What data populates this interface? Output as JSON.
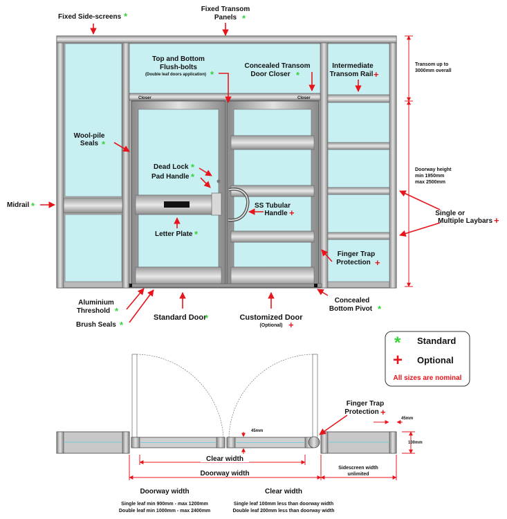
{
  "labels": {
    "fixed_sidescreens": "Fixed Side-screens",
    "fixed_transom_1": "Fixed Transom",
    "fixed_transom_2": "Panels",
    "top_bottom_1": "Top and Bottom",
    "top_bottom_2": "Flush-bolts",
    "top_bottom_3": "(Double leaf doors application)",
    "concealed_closer_1": "Concealed Transom",
    "concealed_closer_2": "Door Closer",
    "intermediate_1": "Intermediate",
    "intermediate_2": "Transom Rail",
    "transom_up_1": "Transom up to",
    "transom_up_2": "3000mm overall",
    "woolpile_1": "Wool-pile",
    "woolpile_2": "Seals",
    "dead_lock": "Dead Lock",
    "pad_handle": "Pad Handle",
    "doorway_h_1": "Doorway height",
    "doorway_h_2": "min 1950mm",
    "doorway_h_3": "max 2500mm",
    "midrail": "Midrail",
    "ss_tubular_1": "SS Tubular",
    "ss_tubular_2": "Handle",
    "laybars_1": "Single or",
    "laybars_2": "Multiple Laybars",
    "letter_plate": "Letter Plate",
    "finger_trap_1": "Finger Trap",
    "finger_trap_2": "Protection",
    "closer": "Closer",
    "aluminium_1": "Aluminium",
    "aluminium_2": "Threshold",
    "concealed_pivot_1": "Concealed",
    "concealed_pivot_2": "Bottom Pivot",
    "standard_door": "Standard Door",
    "customized_door": "Customized Door",
    "optional_paren": "(Optional)",
    "brush_seals": "Brush Seals",
    "plan_finger_1": "Finger Trap",
    "plan_finger_2": "Protection",
    "dim_45mm": "45mm",
    "dim_45mm_b": "45mm",
    "dim_100mm": "100mm",
    "clear_width": "Clear width",
    "doorway_width": "Doorway width",
    "sidescreen_w_1": "Sidescreen width",
    "sidescreen_w_2": "unlimited",
    "doorway_width_b": "Doorway width",
    "single_leaf": "Single leaf min 900mm - max 1200mm",
    "double_leaf": "Double leaf min 1000mm - max 2400mm",
    "clear_width_b": "Clear width",
    "single_leaf_cw": "Single leaf 100mm less than doorway width",
    "double_leaf_cw": "Double leaf 200mm less than doorway width"
  },
  "legend": {
    "standard": "Standard",
    "optional": "Optional",
    "nominal": "All sizes are nominal"
  },
  "colors": {
    "standard_mark": "#35d23a",
    "optional_mark": "#e8141b",
    "glass": "#c8f0f2",
    "arrow": "#e8141b"
  }
}
